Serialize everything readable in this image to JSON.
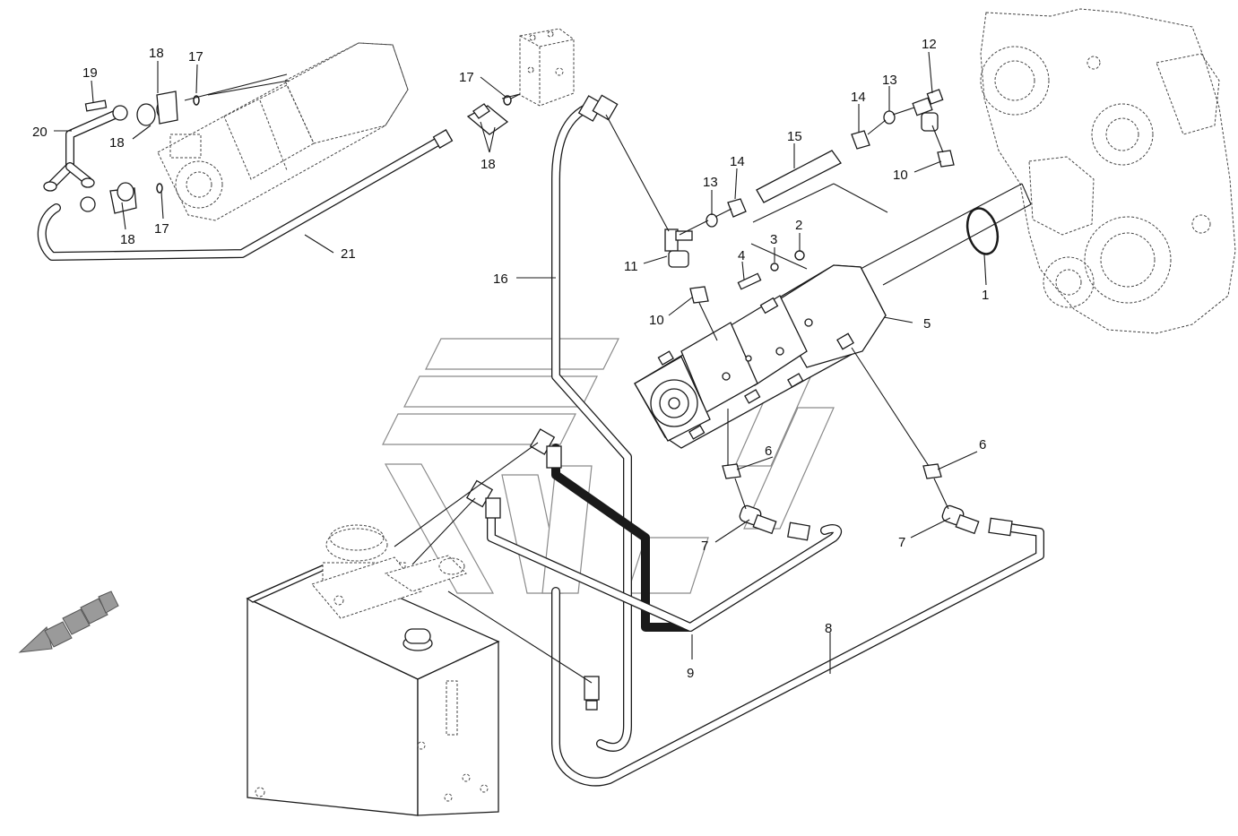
{
  "diagram": {
    "callouts": [
      {
        "id": "c1",
        "label": "1"
      },
      {
        "id": "c2",
        "label": "2"
      },
      {
        "id": "c3",
        "label": "3"
      },
      {
        "id": "c4",
        "label": "4"
      },
      {
        "id": "c5",
        "label": "5"
      },
      {
        "id": "c6a",
        "label": "6"
      },
      {
        "id": "c6b",
        "label": "6"
      },
      {
        "id": "c7a",
        "label": "7"
      },
      {
        "id": "c7b",
        "label": "7"
      },
      {
        "id": "c8",
        "label": "8"
      },
      {
        "id": "c9",
        "label": "9"
      },
      {
        "id": "c10a",
        "label": "10"
      },
      {
        "id": "c10b",
        "label": "10"
      },
      {
        "id": "c11",
        "label": "11"
      },
      {
        "id": "c12",
        "label": "12"
      },
      {
        "id": "c13a",
        "label": "13"
      },
      {
        "id": "c13b",
        "label": "13"
      },
      {
        "id": "c14a",
        "label": "14"
      },
      {
        "id": "c14b",
        "label": "14"
      },
      {
        "id": "c15",
        "label": "15"
      },
      {
        "id": "c16",
        "label": "16"
      },
      {
        "id": "c17a",
        "label": "17"
      },
      {
        "id": "c17b",
        "label": "17"
      },
      {
        "id": "c17c",
        "label": "17"
      },
      {
        "id": "c18a",
        "label": "18"
      },
      {
        "id": "c18b",
        "label": "18"
      },
      {
        "id": "c18c",
        "label": "18"
      },
      {
        "id": "c18d",
        "label": "18"
      },
      {
        "id": "c19",
        "label": "19"
      },
      {
        "id": "c20",
        "label": "20"
      },
      {
        "id": "c21",
        "label": "21"
      }
    ],
    "colors": {
      "line": "#1a1a1a",
      "background": "#ffffff",
      "watermark": "#8a8a8a",
      "direction_arrow": "#9a9a9a"
    },
    "icons": [
      "direction-arrow-icon",
      "watermark-logo"
    ]
  }
}
